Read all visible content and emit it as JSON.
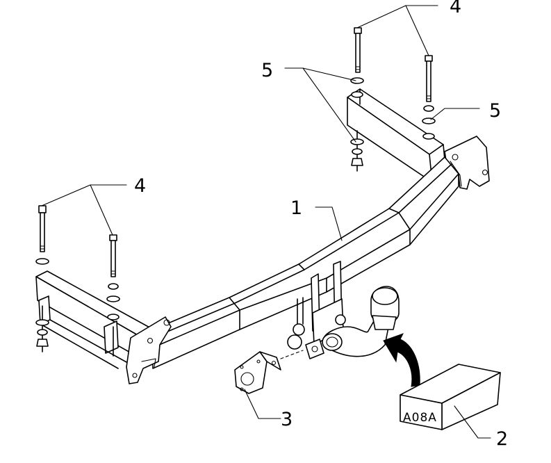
{
  "diagram": {
    "callouts": {
      "frame": "1",
      "wiring_kit": "2",
      "socket_bracket": "3",
      "bolts_top_right": "4",
      "bolts_left": "4",
      "washers_top_left": "5",
      "washers_top_right": "5"
    },
    "kit_box_code": "A08A"
  }
}
